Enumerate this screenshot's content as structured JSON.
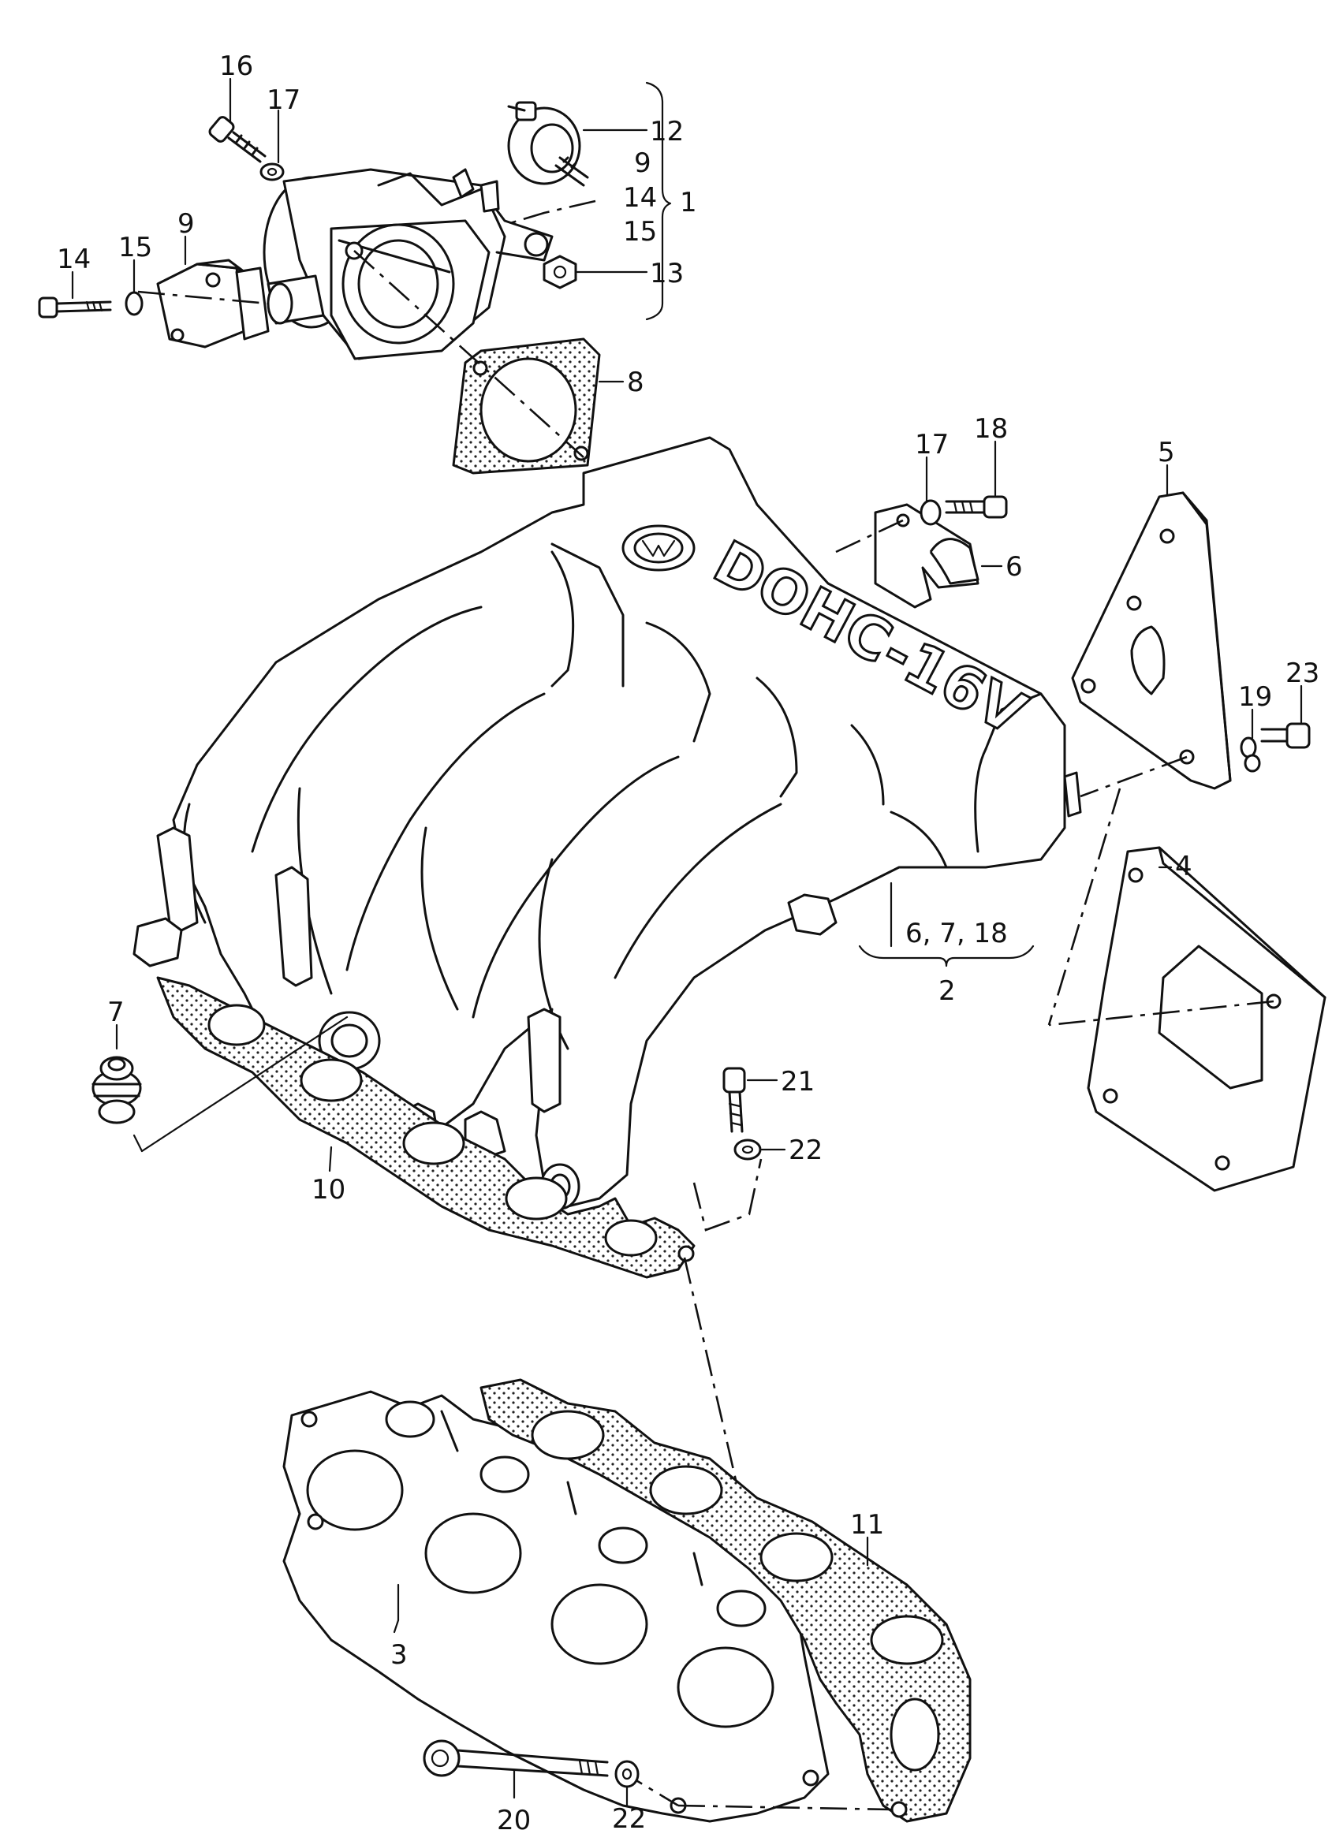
{
  "diagram": {
    "emblem_text": "DOHC-16V",
    "callouts": {
      "c16": "16",
      "c17a": "17",
      "c12": "12",
      "c9a": "9",
      "c14a": "14",
      "c15a": "15",
      "c1": "1",
      "c13": "13",
      "c14b": "14",
      "c15b": "15",
      "c9b": "9",
      "c8": "8",
      "c17b": "17",
      "c18": "18",
      "c6": "6",
      "c5": "5",
      "c19": "19",
      "c23": "23",
      "c4": "4",
      "c6718": "6,  7,  18",
      "c2": "2",
      "c7": "7",
      "c21": "21",
      "c22a": "22",
      "c10": "10",
      "c11": "11",
      "c3": "3",
      "c20": "20",
      "c22b": "22"
    }
  }
}
